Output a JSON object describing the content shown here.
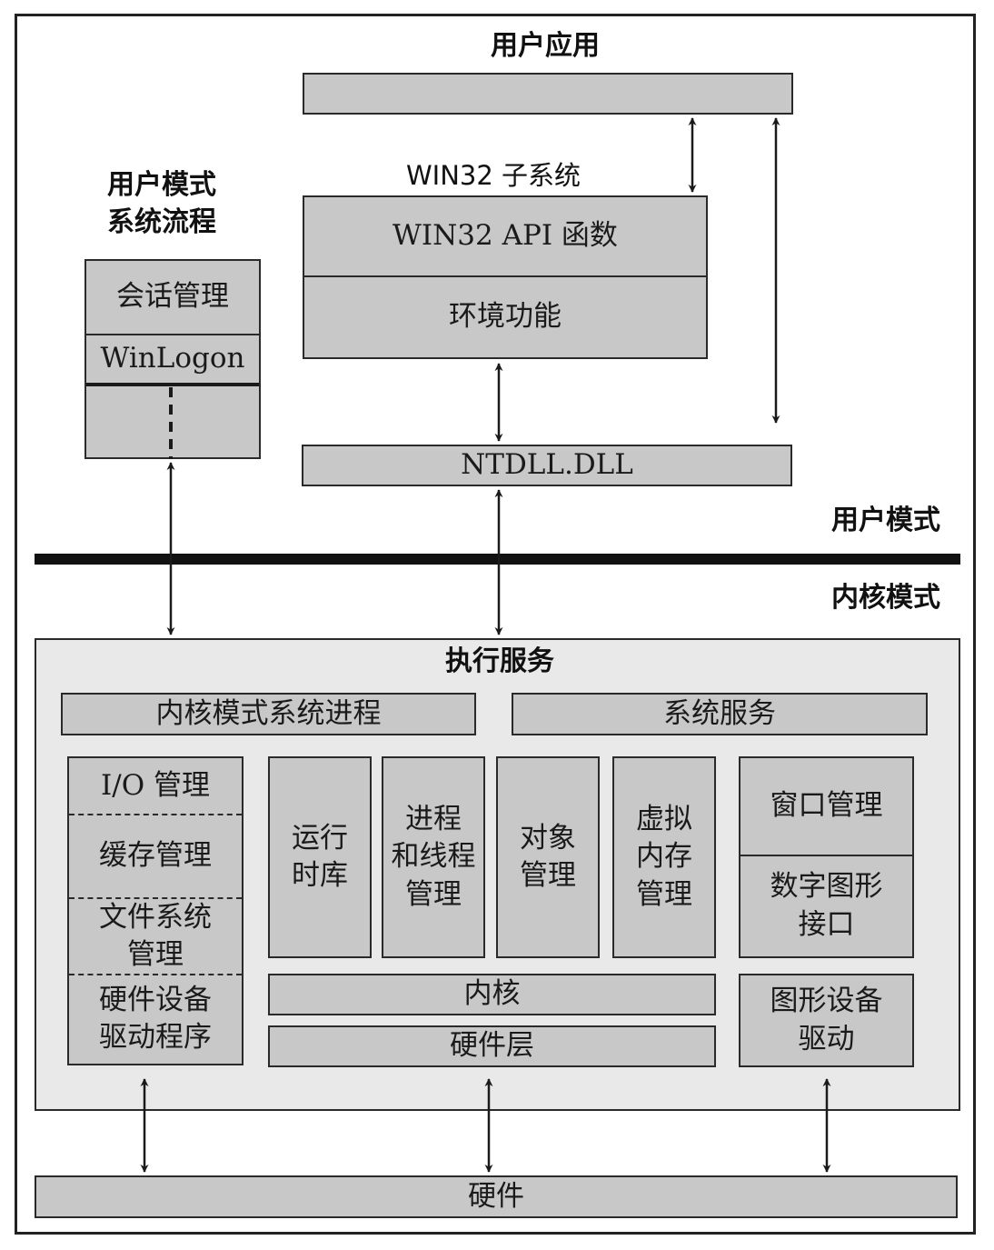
{
  "labels": {
    "user_app": "用户应用",
    "win32_subsystem": "WIN32 子系统",
    "user_mode_process": "用户模式\n系统流程",
    "user_mode": "用户模式",
    "kernel_mode": "内核模式",
    "executive_services": "执行服务"
  },
  "boxes": {
    "win32_api": "WIN32 API 函数",
    "environment": "环境功能",
    "session_mgmt": "会话管理",
    "winlogon": "WinLogon",
    "ntdll": "NTDLL.DLL",
    "kernel_sys_process": "内核模式系统进程",
    "system_services": "系统服务",
    "io_mgmt": "I/O 管理",
    "cache_mgmt": "缓存管理",
    "fs_mgmt": "文件系统\n管理",
    "hw_drivers": "硬件设备\n驱动程序",
    "runtime_lib": "运行\n时库",
    "process_thread": "进程\n和线程\n管理",
    "object_mgmt": "对象\n管理",
    "virtual_memory": "虚拟\n内存\n管理",
    "window_mgmt": "窗口管理",
    "gdi": "数字图形\n接口",
    "kernel": "内核",
    "hal": "硬件层",
    "graphics_drivers": "图形设备\n驱动",
    "hardware": "硬件"
  },
  "colors": {
    "box_fill": "#c8c8c8",
    "exec_panel_fill": "#e9e9e9",
    "line": "#222222"
  }
}
